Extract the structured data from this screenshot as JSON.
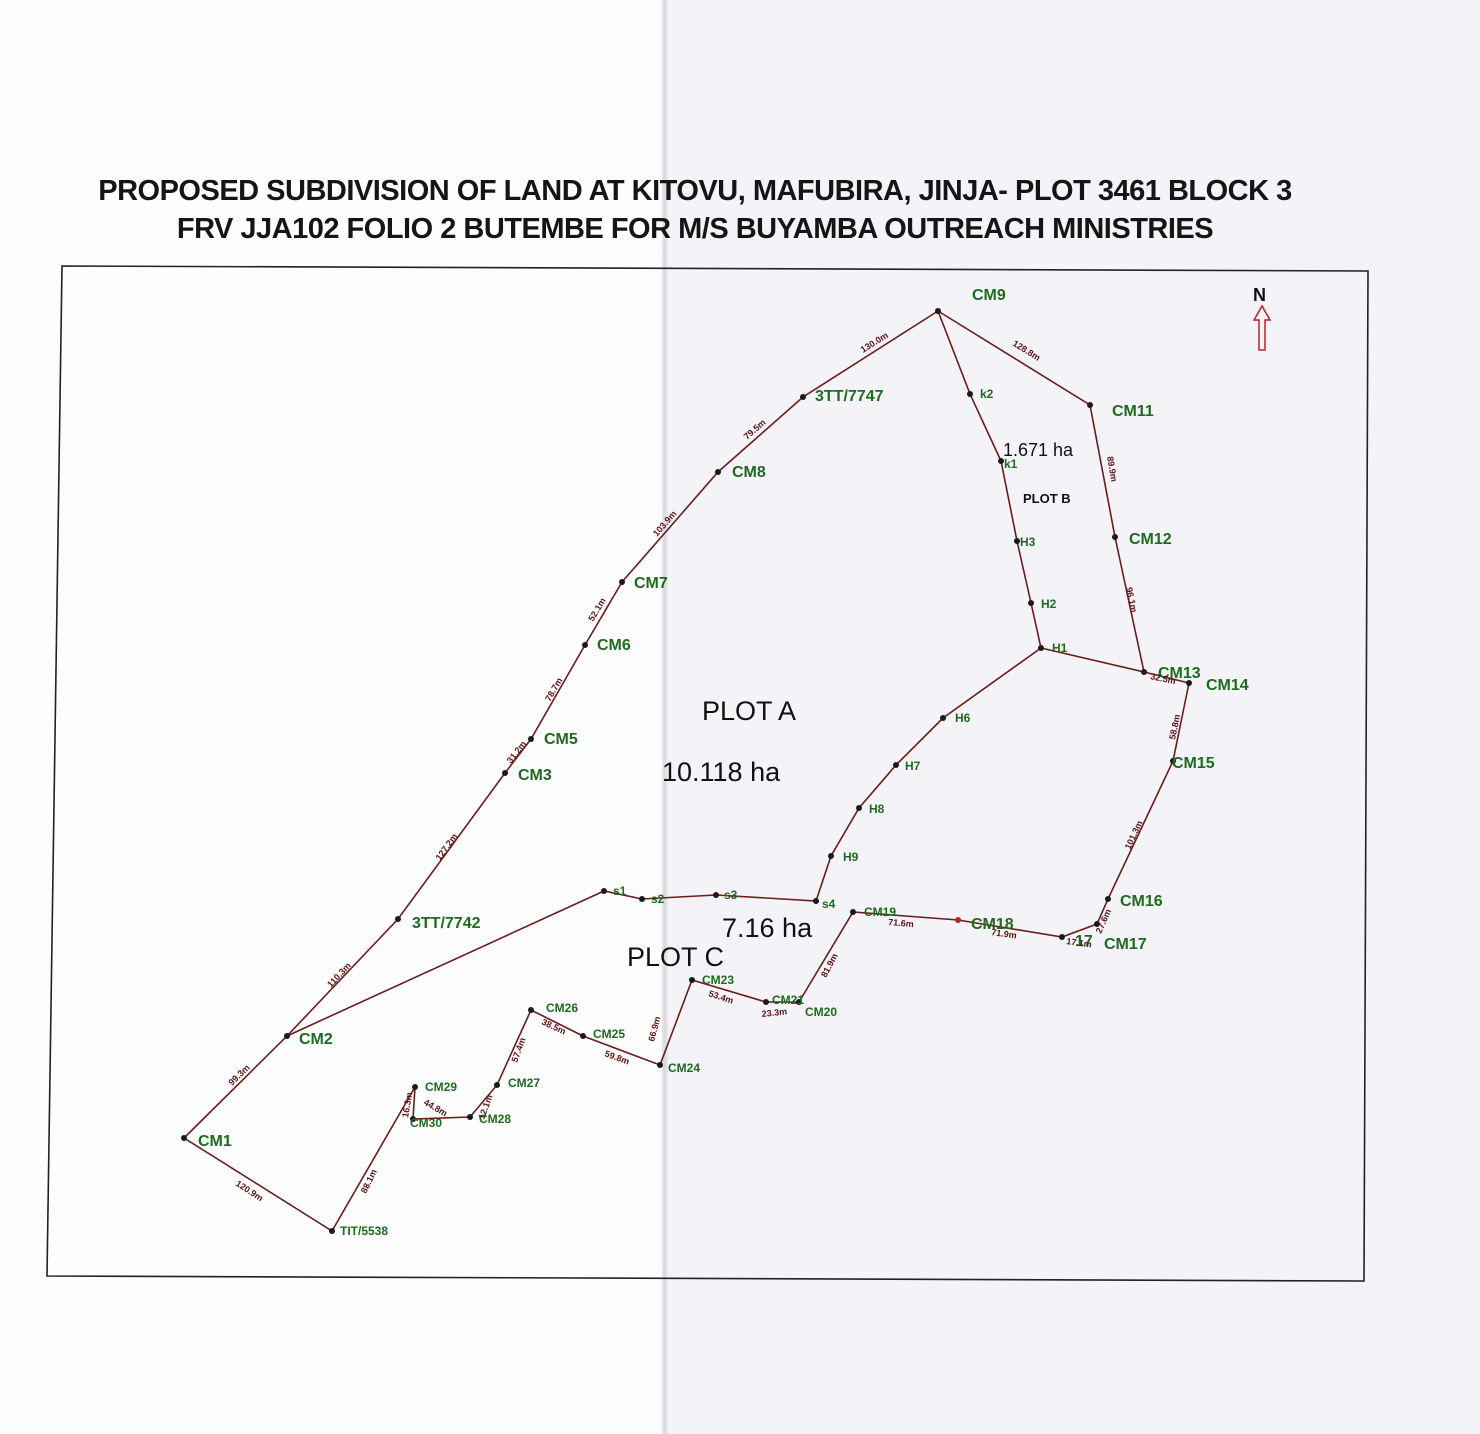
{
  "title": {
    "line1": "PROPOSED SUBDIVISION OF LAND AT KITOVU, MAFUBIRA, JINJA- PLOT 3461 BLOCK 3",
    "line2": "FRV JJA102 FOLIO 2 BUTEMBE FOR M/S BUYAMBA OUTREACH MINISTRIES"
  },
  "north_arrow": {
    "label": "N",
    "icon": "north-arrow-icon"
  },
  "colors": {
    "boundary": "#6b1c1c",
    "point_label": "#1e6b1e",
    "dimension": "#5a1414",
    "frame": "#222222"
  },
  "plots": {
    "plot_a": {
      "name": "PLOT A",
      "area": "10.118 ha"
    },
    "plot_b": {
      "name": "PLOT B",
      "area": "1.671 ha"
    },
    "plot_c": {
      "name": "PLOT C",
      "area": "7.16 ha"
    }
  },
  "points": {
    "CM1": "CM1",
    "CM2": "CM2",
    "CM3": "CM3",
    "CM5": "CM5",
    "CM6": "CM6",
    "CM7": "CM7",
    "CM8": "CM8",
    "CM9": "CM9",
    "CM11": "CM11",
    "CM12": "CM12",
    "CM13": "CM13",
    "CM14": "CM14",
    "CM15": "CM15",
    "CM16": "CM16",
    "CM17": "CM17",
    "CM18": "CM18",
    "CM19": "CM19",
    "CM20": "CM20",
    "CM21": "CM21",
    "CM23": "CM23",
    "CM24": "CM24",
    "CM25": "CM25",
    "CM26": "CM26",
    "CM27": "CM27",
    "CM28": "CM28",
    "CM29": "CM29",
    "CM30": "CM30",
    "B3TT7742": "3TT/7742",
    "B3TT7747": "3TT/7747",
    "TIT5538": "TIT/5538",
    "H1": "H1",
    "H2": "H2",
    "H3": "H3",
    "H6": "H6",
    "H7": "H7",
    "H8": "H8",
    "H9": "H9",
    "k1": "k1",
    "k2": "k2",
    "s1": "s1",
    "s2": "s2",
    "s3": "s3",
    "s4": "s4",
    "p17": "17"
  },
  "dimensions": {
    "d_cm1_cm2": "99.3m",
    "d_cm2_7742": "110.3m",
    "d_7742_cm3": "127.2m",
    "d_cm3_cm5": "31.2m",
    "d_cm5_cm6": "78.7m",
    "d_cm6_cm7": "52.1m",
    "d_cm7_cm8": "103.9m",
    "d_cm8_7747": "79.5m",
    "d_7747_cm9": "130.0m",
    "d_cm9_cm11": "128.8m",
    "d_cm11_cm12": "89.9m",
    "d_cm12_cm13": "96.1m",
    "d_cm13_cm14": "32.5m",
    "d_cm14_cm15": "58.8m",
    "d_cm15_cm16": "101.3m",
    "d_cm16_cm17": "27.6m",
    "d_cm17_cm18": "71.9m",
    "d_cm18_cm19": "71.6m",
    "d_cm19_cm20": "81.9m",
    "d_cm20_cm21": "23.3m",
    "d_cm21_cm23": "53.4m",
    "d_cm23_cm24": "66.9m",
    "d_cm24_cm25": "59.8m",
    "d_cm25_cm26": "38.5m",
    "d_cm26_cm27": "57.4m",
    "d_cm27_cm28": "12.1m",
    "d_cm28_cm30": "44.8m",
    "d_cm30_cm29": "16.3m",
    "d_cm30_5538": "88.1m",
    "d_5538_cm1": "120.9m",
    "d_17": "17.1m"
  }
}
